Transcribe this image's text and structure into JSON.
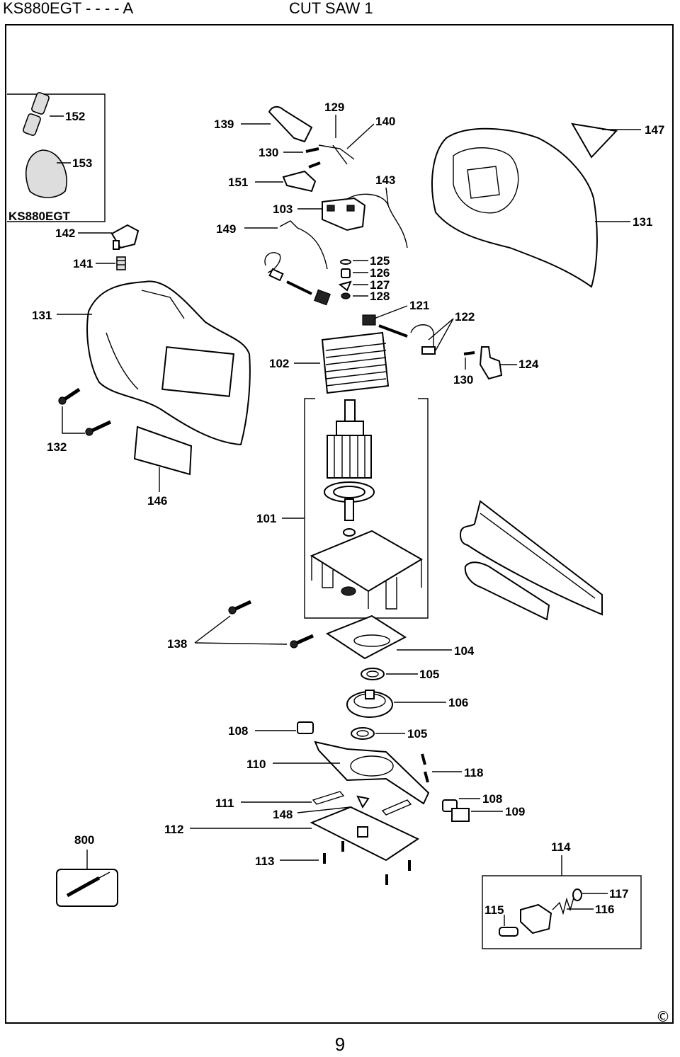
{
  "header": {
    "model": "KS880EGT - - - - A",
    "title": "CUT SAW 1"
  },
  "inset_label": "KS880EGT",
  "parts": {
    "p101": "101",
    "p102": "102",
    "p103": "103",
    "p104": "104",
    "p105a": "105",
    "p105b": "105",
    "p106": "106",
    "p108a": "108",
    "p108b": "108",
    "p109": "109",
    "p110": "110",
    "p111": "111",
    "p112": "112",
    "p113": "113",
    "p114": "114",
    "p115": "115",
    "p116": "116",
    "p117": "117",
    "p118": "118",
    "p121": "121",
    "p122": "122",
    "p124": "124",
    "p125": "125",
    "p126": "126",
    "p127": "127",
    "p128": "128",
    "p129": "129",
    "p130a": "130",
    "p130b": "130",
    "p131a": "131",
    "p131b": "131",
    "p132": "132",
    "p138": "138",
    "p139": "139",
    "p140": "140",
    "p141": "141",
    "p142": "142",
    "p143": "143",
    "p146": "146",
    "p147": "147",
    "p148": "148",
    "p149": "149",
    "p151": "151",
    "p152": "152",
    "p153": "153",
    "p800": "800"
  },
  "copyright_symbol": "©",
  "page_number": "9"
}
